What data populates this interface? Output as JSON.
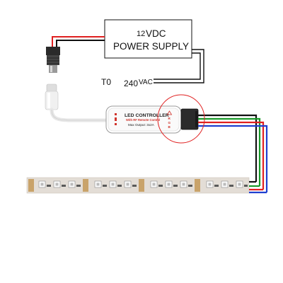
{
  "power_supply": {
    "voltage_number": "12",
    "voltage_unit": "VDC",
    "name": "POWER SUPPLY"
  },
  "mains": {
    "to_label": "T0",
    "voltage_number": "240",
    "voltage_unit": "VAC"
  },
  "controller": {
    "title": "LED CONTROLLER",
    "subtitle": "With RF Remote Control",
    "max_output": "Max Output: 3x2A",
    "pins": [
      "R",
      "G",
      "B"
    ]
  },
  "colors": {
    "wire_red": "#e02020",
    "wire_black": "#111111",
    "wire_green": "#1a9a2a",
    "wire_blue": "#1f3fd0",
    "highlight_circle": "#e02020",
    "strip_base": "#e3ddd6",
    "strip_pad": "#c9a36a"
  }
}
